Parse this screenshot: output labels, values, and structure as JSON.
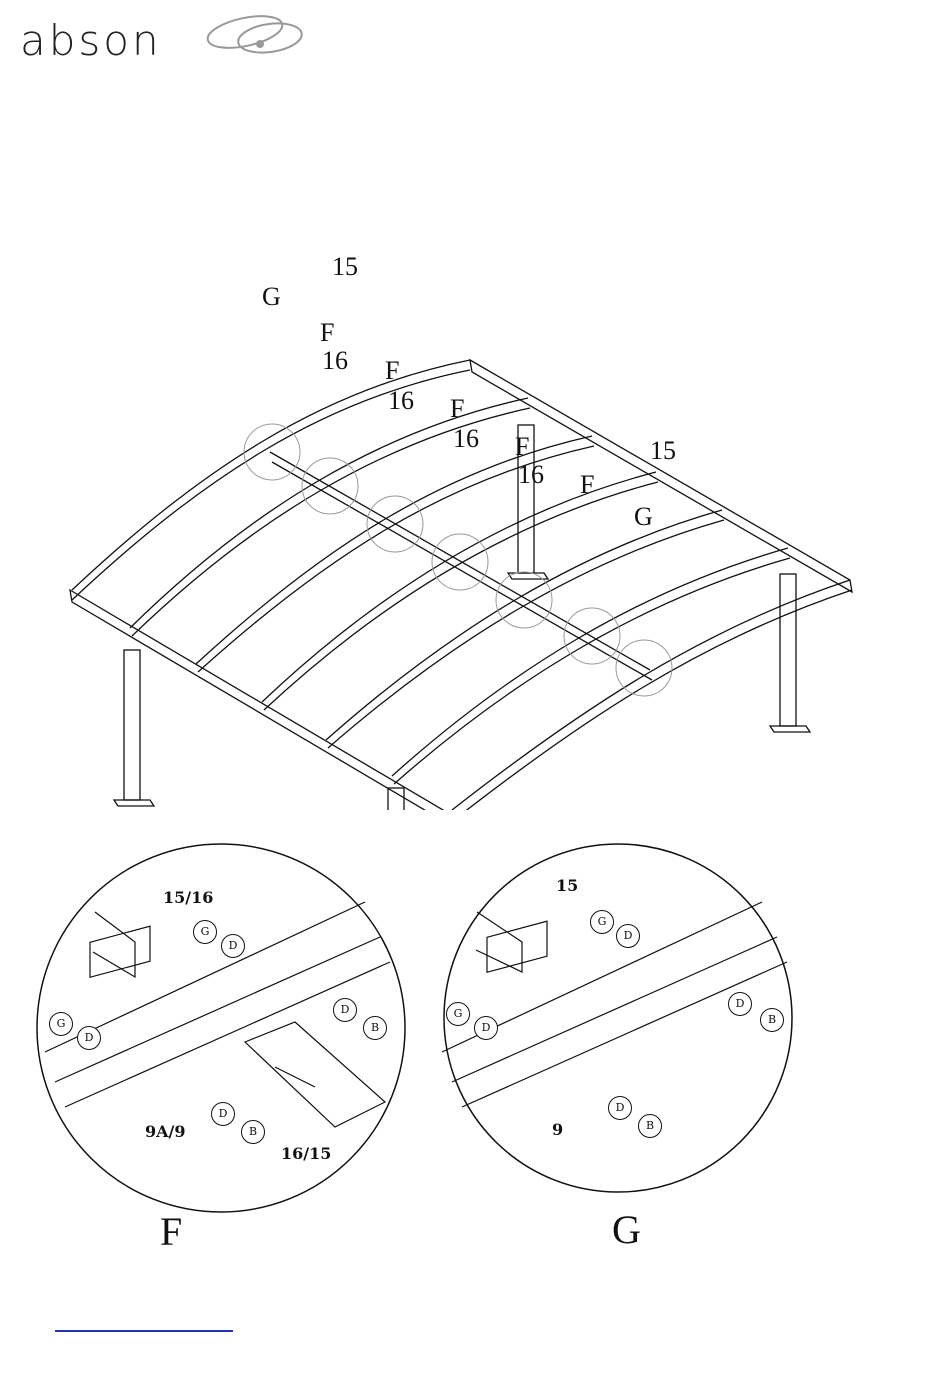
{
  "brand": {
    "name": "abson"
  },
  "overview": {
    "callouts": {
      "g1": "G",
      "n15a": "15",
      "f1": "F",
      "n16a": "16",
      "f2": "F",
      "n16b": "16",
      "f3": "F",
      "n16c": "16",
      "f4": "F",
      "n16d": "16",
      "f5": "F",
      "n15b": "15",
      "g2": "G"
    }
  },
  "detail_f": {
    "title": "F",
    "labels": {
      "top": "15/16",
      "beam": "9A/9",
      "bottom": "16/15"
    },
    "parts": [
      "G",
      "D",
      "G",
      "D",
      "D",
      "B",
      "D",
      "B"
    ]
  },
  "detail_g": {
    "title": "G",
    "labels": {
      "top": "15",
      "beam": "9"
    },
    "parts": [
      "G",
      "D",
      "G",
      "D",
      "D",
      "B",
      "D",
      "B"
    ]
  },
  "footer": {
    "link_text": ""
  }
}
